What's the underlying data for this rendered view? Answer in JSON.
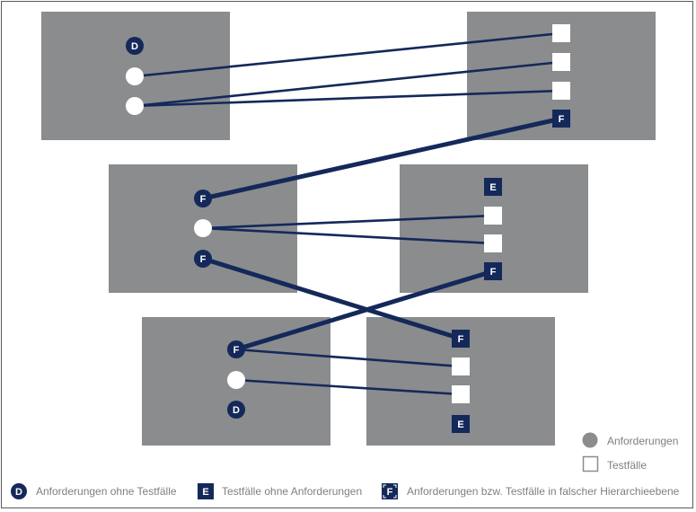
{
  "colors": {
    "box_fill": "#8a8c8e",
    "node_fill": "#ffffff",
    "accent_navy": "#14285a",
    "legend_text": "#7f7f7f",
    "legend_circle": "#8a8c8e",
    "frame_border": "#5a5a5a"
  },
  "badges": {
    "D": "D",
    "E": "E",
    "F": "F"
  },
  "levels": [
    {
      "name": "level-1",
      "requirements_box": {
        "nodes": [
          {
            "type": "badge-circle",
            "label": "D"
          },
          {
            "type": "requirement"
          },
          {
            "type": "requirement"
          }
        ]
      },
      "testcases_box": {
        "nodes": [
          {
            "type": "testcase"
          },
          {
            "type": "testcase"
          },
          {
            "type": "testcase"
          },
          {
            "type": "badge-square",
            "label": "F"
          }
        ]
      }
    },
    {
      "name": "level-2",
      "requirements_box": {
        "nodes": [
          {
            "type": "badge-circle",
            "label": "F"
          },
          {
            "type": "requirement"
          },
          {
            "type": "badge-circle",
            "label": "F"
          }
        ]
      },
      "testcases_box": {
        "nodes": [
          {
            "type": "badge-square",
            "label": "E"
          },
          {
            "type": "testcase"
          },
          {
            "type": "testcase"
          },
          {
            "type": "badge-square",
            "label": "F"
          }
        ]
      }
    },
    {
      "name": "level-3",
      "requirements_box": {
        "nodes": [
          {
            "type": "badge-circle",
            "label": "F"
          },
          {
            "type": "requirement"
          },
          {
            "type": "badge-circle",
            "label": "D"
          }
        ]
      },
      "testcases_box": {
        "nodes": [
          {
            "type": "badge-square",
            "label": "F"
          },
          {
            "type": "testcase"
          },
          {
            "type": "testcase"
          },
          {
            "type": "badge-square",
            "label": "E"
          }
        ]
      }
    }
  ],
  "links": [
    {
      "from": "L1 requirement 1",
      "to": "L1 testcase 1",
      "style": "thin"
    },
    {
      "from": "L1 requirement 2",
      "to": "L1 testcase 2",
      "style": "thin"
    },
    {
      "from": "L1 requirement 2",
      "to": "L1 testcase 3",
      "style": "thin"
    },
    {
      "from": "L2 F requirement (top)",
      "to": "L1 F testcase",
      "style": "thick"
    },
    {
      "from": "L2 requirement",
      "to": "L2 testcase 1",
      "style": "thin"
    },
    {
      "from": "L2 requirement",
      "to": "L2 testcase 2",
      "style": "thin"
    },
    {
      "from": "L2 F requirement (bottom)",
      "to": "L3 F testcase",
      "style": "thick"
    },
    {
      "from": "L3 F requirement",
      "to": "L2 F testcase",
      "style": "thick"
    },
    {
      "from": "L3 F requirement",
      "to": "L3 testcase 1",
      "style": "thin"
    },
    {
      "from": "L3 requirement",
      "to": "L3 testcase 2",
      "style": "thin"
    }
  ],
  "legend": {
    "shapes": [
      {
        "icon": "grey-circle",
        "label": "Anforderungen"
      },
      {
        "icon": "outlined-square",
        "label": "Testfälle"
      }
    ],
    "badges": [
      {
        "icon": "D",
        "label": "Anforderungen ohne Testfälle"
      },
      {
        "icon": "E",
        "label": "Testfälle ohne Anforderungen"
      },
      {
        "icon": "F",
        "label": "Anforderungen bzw. Testfälle in falscher Hierarchieebene"
      }
    ]
  }
}
